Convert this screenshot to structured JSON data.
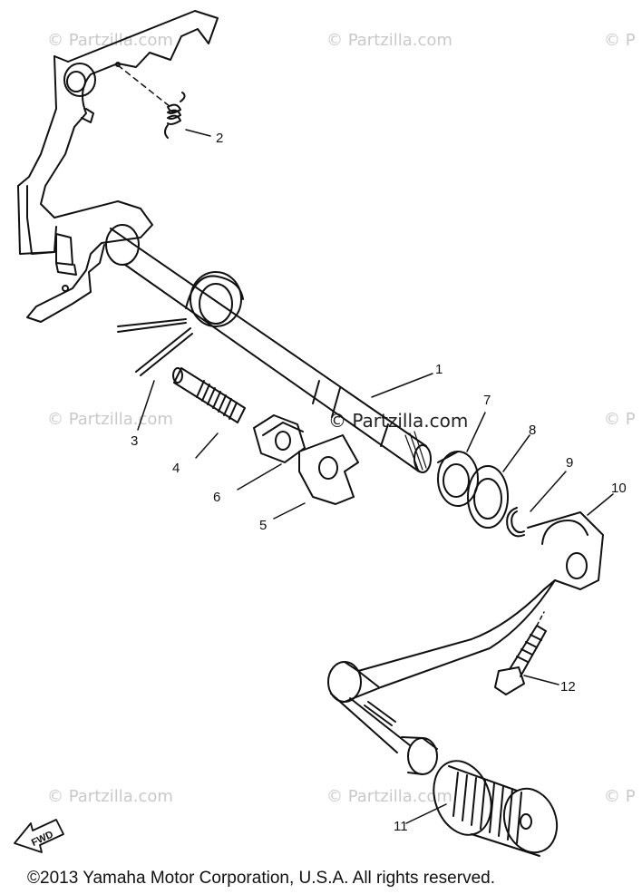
{
  "watermarks": {
    "text_small": "© Partzilla.com",
    "text_edge": "© P",
    "text_center": "© Partzilla.com"
  },
  "callouts": {
    "c1": "1",
    "c2": "2",
    "c3": "3",
    "c4": "4",
    "c5": "5",
    "c6": "6",
    "c7": "7",
    "c8": "8",
    "c9": "9",
    "c10": "10",
    "c11": "11",
    "c12": "12"
  },
  "fwd_label": "FWD",
  "copyright": "©2013  Yamaha Motor Corporation, U.S.A. All rights reserved.",
  "colors": {
    "line": "#111111",
    "watermark": "#c9c9c9"
  }
}
